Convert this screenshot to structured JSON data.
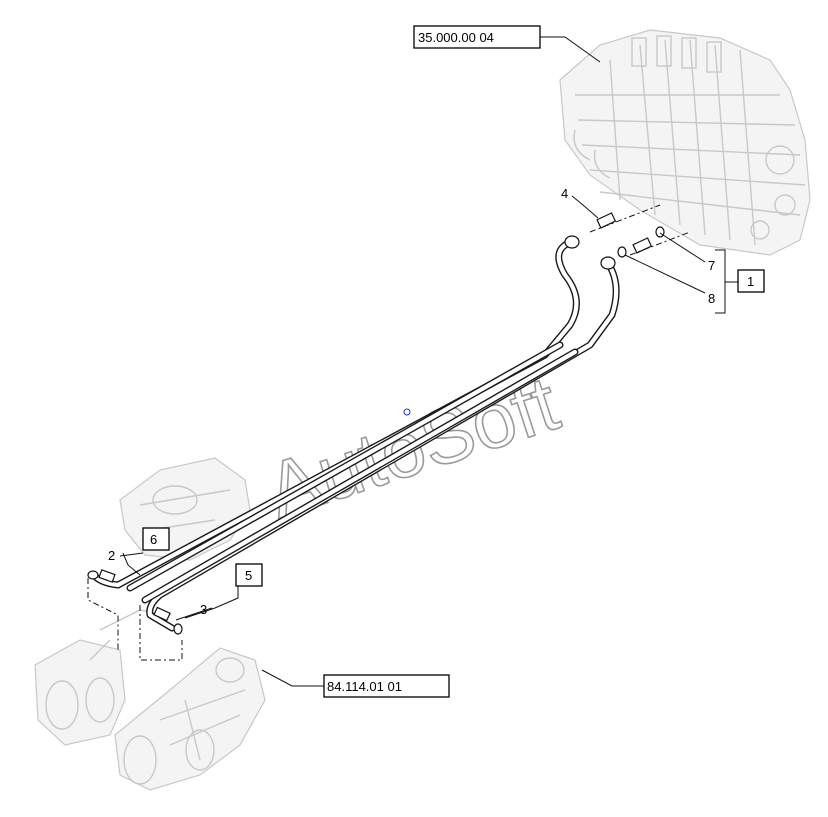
{
  "references": {
    "valve_block": "35.000.00 04",
    "lower_assembly": "84.114.01 01"
  },
  "callouts": {
    "item_1": "1",
    "item_2": "2",
    "item_3": "3",
    "item_4": "4",
    "item_5": "5",
    "item_6": "6",
    "item_7": "7",
    "item_8": "8"
  },
  "watermark": "AutoSoft",
  "colors": {
    "line": "#111111",
    "ghost": "#c8c8c8",
    "watermark": "#9a9a9a"
  }
}
